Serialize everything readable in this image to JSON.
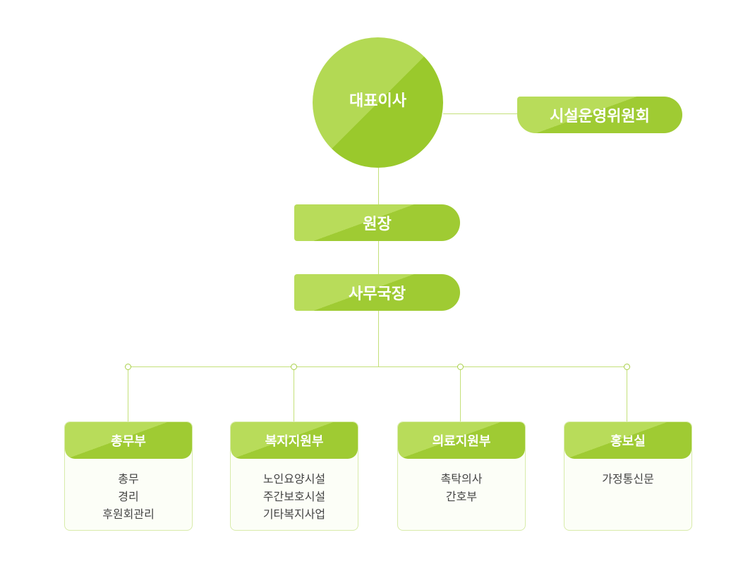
{
  "org": {
    "ceo": "대표이사",
    "committee": "시설운영위원회",
    "director": "원장",
    "manager": "사무국장",
    "departments": [
      {
        "name": "총무부",
        "items": [
          "총무",
          "경리",
          "후원회관리"
        ]
      },
      {
        "name": "복지지원부",
        "items": [
          "노인요양시설",
          "주간보호시설",
          "기타복지사업"
        ]
      },
      {
        "name": "의료지원부",
        "items": [
          "촉탁의사",
          "간호부"
        ]
      },
      {
        "name": "홍보실",
        "items": [
          "가정통신문"
        ]
      }
    ]
  },
  "colors": {
    "primary": "#b3d954",
    "primary_dark": "#9ac92c",
    "line": "#c4e07a",
    "card_border": "#d8ebaa",
    "text": "#444444"
  }
}
